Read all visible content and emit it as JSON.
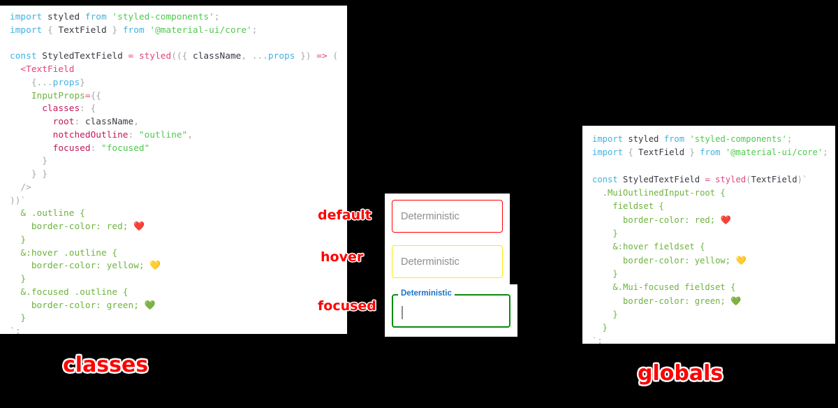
{
  "panels": {
    "classes": {
      "caption": "classes",
      "code_lines": [
        [
          {
            "t": "kw",
            "s": "import"
          },
          {
            "t": "plain",
            "s": " styled "
          },
          {
            "t": "kw",
            "s": "from"
          },
          {
            "t": "plain",
            "s": " "
          },
          {
            "t": "str",
            "s": "'styled-components'"
          },
          {
            "t": "punc",
            "s": ";"
          }
        ],
        [
          {
            "t": "kw",
            "s": "import"
          },
          {
            "t": "punc",
            "s": " { "
          },
          {
            "t": "plain",
            "s": "TextField"
          },
          {
            "t": "punc",
            "s": " } "
          },
          {
            "t": "kw",
            "s": "from"
          },
          {
            "t": "plain",
            "s": " "
          },
          {
            "t": "str",
            "s": "'@material-ui/core'"
          },
          {
            "t": "punc",
            "s": ";"
          }
        ],
        [],
        [
          {
            "t": "kw",
            "s": "const"
          },
          {
            "t": "plain",
            "s": " StyledTextField "
          },
          {
            "t": "op",
            "s": "="
          },
          {
            "t": "plain",
            "s": " "
          },
          {
            "t": "fn",
            "s": "styled"
          },
          {
            "t": "punc",
            "s": "(({ "
          },
          {
            "t": "plain",
            "s": "className"
          },
          {
            "t": "punc",
            "s": ", "
          },
          {
            "t": "punc",
            "s": "..."
          },
          {
            "t": "var",
            "s": "props"
          },
          {
            "t": "punc",
            "s": " }) "
          },
          {
            "t": "op",
            "s": "=>"
          },
          {
            "t": "punc",
            "s": " ("
          }
        ],
        [
          {
            "t": "plain",
            "s": "  "
          },
          {
            "t": "tag",
            "s": "<TextField"
          }
        ],
        [
          {
            "t": "punc",
            "s": "    {..."
          },
          {
            "t": "var",
            "s": "props"
          },
          {
            "t": "punc",
            "s": "}"
          }
        ],
        [
          {
            "t": "attr",
            "s": "    InputProps"
          },
          {
            "t": "op",
            "s": "="
          },
          {
            "t": "punc",
            "s": "{{"
          }
        ],
        [
          {
            "t": "prop",
            "s": "      classes"
          },
          {
            "t": "punc",
            "s": ": {"
          }
        ],
        [
          {
            "t": "prop",
            "s": "        root"
          },
          {
            "t": "punc",
            "s": ": "
          },
          {
            "t": "plain",
            "s": "className"
          },
          {
            "t": "punc",
            "s": ","
          }
        ],
        [
          {
            "t": "prop",
            "s": "        notchedOutline"
          },
          {
            "t": "punc",
            "s": ": "
          },
          {
            "t": "str",
            "s": "\"outline\""
          },
          {
            "t": "punc",
            "s": ","
          }
        ],
        [
          {
            "t": "prop",
            "s": "        focused"
          },
          {
            "t": "punc",
            "s": ": "
          },
          {
            "t": "str",
            "s": "\"focused\""
          }
        ],
        [
          {
            "t": "punc",
            "s": "      }"
          }
        ],
        [
          {
            "t": "punc",
            "s": "    } }"
          }
        ],
        [
          {
            "t": "punc",
            "s": "  />"
          }
        ],
        [
          {
            "t": "punc",
            "s": "))`"
          }
        ],
        [
          {
            "t": "css",
            "s": "  & .outline {"
          }
        ],
        [
          {
            "t": "css",
            "s": "    border-color: red; "
          },
          {
            "t": "emoji",
            "s": "❤️"
          }
        ],
        [
          {
            "t": "css",
            "s": "  }"
          }
        ],
        [
          {
            "t": "css",
            "s": "  &:hover .outline {"
          }
        ],
        [
          {
            "t": "css",
            "s": "    border-color: yellow; "
          },
          {
            "t": "emoji",
            "s": "💛"
          }
        ],
        [
          {
            "t": "css",
            "s": "  }"
          }
        ],
        [
          {
            "t": "css",
            "s": "  &.focused .outline {"
          }
        ],
        [
          {
            "t": "css",
            "s": "    border-color: green; "
          },
          {
            "t": "emoji",
            "s": "💚"
          }
        ],
        [
          {
            "t": "css",
            "s": "  }"
          }
        ],
        [
          {
            "t": "punc",
            "s": "`;"
          }
        ]
      ]
    },
    "globals": {
      "caption": "globals",
      "code_lines": [
        [
          {
            "t": "kw",
            "s": "import"
          },
          {
            "t": "plain",
            "s": " styled "
          },
          {
            "t": "kw",
            "s": "from"
          },
          {
            "t": "plain",
            "s": " "
          },
          {
            "t": "str",
            "s": "'styled-components'"
          },
          {
            "t": "punc",
            "s": ";"
          }
        ],
        [
          {
            "t": "kw",
            "s": "import"
          },
          {
            "t": "punc",
            "s": " { "
          },
          {
            "t": "plain",
            "s": "TextField"
          },
          {
            "t": "punc",
            "s": " } "
          },
          {
            "t": "kw",
            "s": "from"
          },
          {
            "t": "plain",
            "s": " "
          },
          {
            "t": "str",
            "s": "'@material-ui/core'"
          },
          {
            "t": "punc",
            "s": ";"
          }
        ],
        [],
        [
          {
            "t": "kw",
            "s": "const"
          },
          {
            "t": "plain",
            "s": " StyledTextField "
          },
          {
            "t": "op",
            "s": "="
          },
          {
            "t": "plain",
            "s": " "
          },
          {
            "t": "fn",
            "s": "styled"
          },
          {
            "t": "punc",
            "s": "("
          },
          {
            "t": "plain",
            "s": "TextField"
          },
          {
            "t": "punc",
            "s": ")`"
          }
        ],
        [
          {
            "t": "css",
            "s": "  .MuiOutlinedInput-root {"
          }
        ],
        [
          {
            "t": "css",
            "s": "    fieldset {"
          }
        ],
        [
          {
            "t": "css",
            "s": "      border-color: red; "
          },
          {
            "t": "emoji",
            "s": "❤️"
          }
        ],
        [
          {
            "t": "css",
            "s": "    }"
          }
        ],
        [
          {
            "t": "css",
            "s": "    &:hover fieldset {"
          }
        ],
        [
          {
            "t": "css",
            "s": "      border-color: yellow; "
          },
          {
            "t": "emoji",
            "s": "💛"
          }
        ],
        [
          {
            "t": "css",
            "s": "    }"
          }
        ],
        [
          {
            "t": "css",
            "s": "    &.Mui-focused fieldset {"
          }
        ],
        [
          {
            "t": "css",
            "s": "      border-color: green; "
          },
          {
            "t": "emoji",
            "s": "💚"
          }
        ],
        [
          {
            "t": "css",
            "s": "    }"
          }
        ],
        [
          {
            "t": "css",
            "s": "  }"
          }
        ],
        [
          {
            "t": "punc",
            "s": "`;"
          }
        ]
      ]
    }
  },
  "demo": {
    "fields": [
      {
        "state_label": "default",
        "value": "",
        "placeholder_or_label": "Deterministic",
        "border_color": "#ff0000"
      },
      {
        "state_label": "hover",
        "value": "",
        "placeholder_or_label": "Deterministic",
        "border_color": "#ffea00"
      },
      {
        "state_label": "focused",
        "value": "",
        "placeholder_or_label": "Deterministic",
        "border_color": "#0a8a0a",
        "label_color": "#1a73c8"
      }
    ]
  },
  "colors": {
    "background": "#000000",
    "panel": "#ffffff",
    "caption": "#ff0000",
    "red": "#ff0000",
    "yellow": "#ffea00",
    "green": "#0a8a0a",
    "mui_blue": "#1a73c8"
  }
}
